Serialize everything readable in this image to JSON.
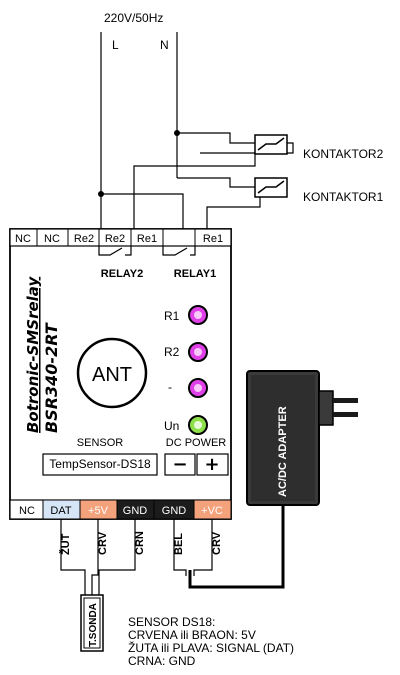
{
  "mains": {
    "voltage": "220V/50Hz",
    "line": "L",
    "neutral": "N"
  },
  "contactors": [
    "KONTAKTOR2",
    "KONTAKTOR1"
  ],
  "device": {
    "model_line1": "Botronic-SMSrelay",
    "model_line2": "BSR340-2RT",
    "top_terminals": [
      "NC",
      "NC",
      "Re2",
      "Re2",
      "Re1",
      "Re1"
    ],
    "relay_labels": [
      "RELAY2",
      "RELAY1"
    ],
    "antenna": "ANT",
    "leds": [
      {
        "label": "R1",
        "color": "#e040e8"
      },
      {
        "label": "R2",
        "color": "#e040e8"
      },
      {
        "label": "-",
        "color": "#e040e8"
      },
      {
        "label": "Un",
        "color": "#8ee04a"
      }
    ],
    "sensor_label": "SENSOR",
    "dc_power_label": "DC POWER",
    "sensor_connector": "TempSensor-DS18",
    "minus": "−",
    "plus": "+",
    "bottom_terminals": [
      "NC",
      "DAT",
      "+5V",
      "GND",
      "GND",
      "+VC"
    ]
  },
  "adapter": "AC/DC ADAPTER",
  "wires": [
    "ŽUT",
    "CRV",
    "CRN",
    "BEL",
    "CRV"
  ],
  "sonda": "T.SONDA",
  "notes": [
    "SENSOR DS18:",
    "CRVENA ili BRAON: 5V",
    "ŽUTA ili PLAVA: SIGNAL (DAT)",
    "CRNA: GND"
  ]
}
